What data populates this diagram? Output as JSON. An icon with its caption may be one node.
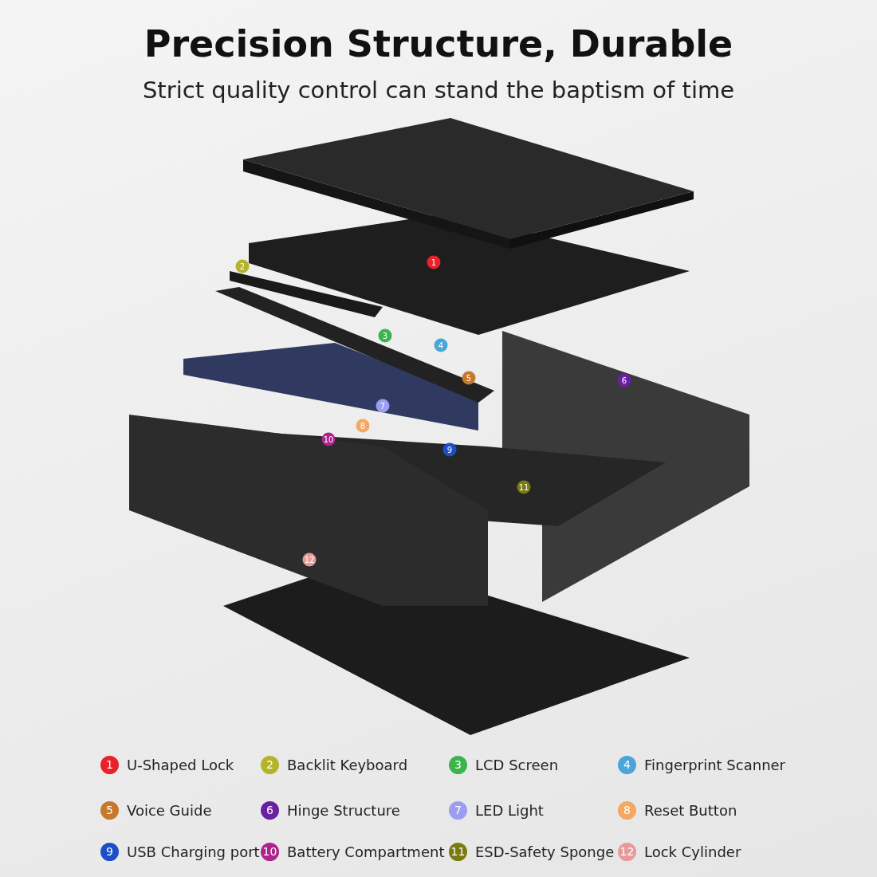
{
  "diagram": {
    "title": "Precision Structure, Durable",
    "caption": "Strict quality control can stand the baptism of time",
    "labels": [
      "2",
      "1",
      "3",
      "4",
      "5",
      "6",
      "7",
      "8",
      "10",
      "9",
      "11",
      "12",
      "1",
      "2",
      "3",
      "4",
      "5",
      "6",
      "7",
      "8",
      "9",
      "10",
      "11",
      "12"
    ],
    "legend": [
      {
        "text": "U-Shaped Lock",
        "color": "#e82228"
      },
      {
        "text": "Backlit Keyboard",
        "color": "#b4b42c"
      },
      {
        "text": "LCD Screen",
        "color": "#3cb44c"
      },
      {
        "text": "Fingerprint Scanner",
        "color": "#4aa6d8"
      },
      {
        "text": "Voice Guide",
        "color": "#c8782c"
      },
      {
        "text": "Hinge Structure",
        "color": "#6a20a0"
      },
      {
        "text": "LED Light",
        "color": "#9c9cf0"
      },
      {
        "text": "Reset Button",
        "color": "#f4a862"
      },
      {
        "text": "USB Charging port",
        "color": "#1c4ec8"
      },
      {
        "text": "Battery Compartment",
        "color": "#b0228c"
      },
      {
        "text": "ESD-Safety Sponge",
        "color": "#7a7a12"
      },
      {
        "text": "Lock Cylinder",
        "color": "#e89a9a"
      }
    ]
  }
}
